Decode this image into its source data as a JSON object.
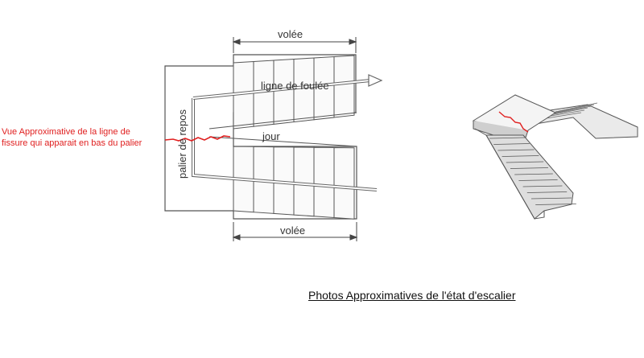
{
  "plan": {
    "label_top_flight": "volée",
    "label_bottom_flight": "volée",
    "label_walking_line": "ligne de foulée",
    "label_landing": "palier de repos",
    "label_well": "jour"
  },
  "annotation": {
    "line1": "Vue Approximative de la ligne de",
    "line2": "fissure qui apparait en bas du palier"
  },
  "caption": "Photos Approximatives de l'état d'escalier",
  "colors": {
    "crack": "#e02020",
    "stroke": "#555555",
    "fill_light": "#f4f4f4",
    "fill_mid": "#d6d6d6",
    "fill_dark": "#b8b8b8"
  },
  "icons": {
    "walking_line_arrow": "arrow-right-icon"
  }
}
